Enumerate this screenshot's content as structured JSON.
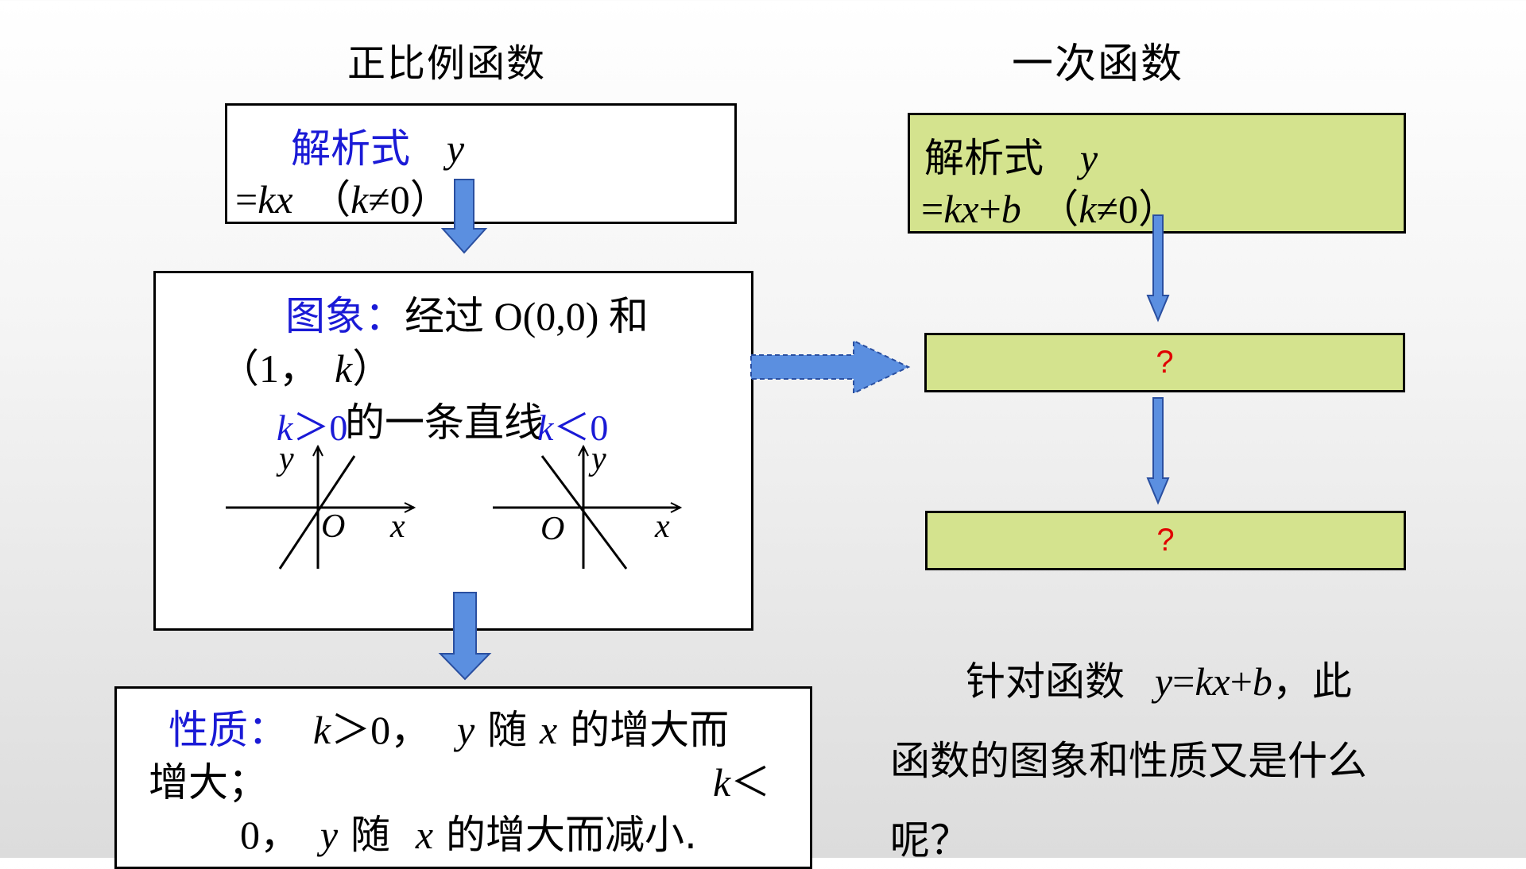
{
  "left": {
    "heading": "正比例函数",
    "formula_box": {
      "label": "解析式",
      "var_y": "y",
      "eq": "=",
      "kx": "kx",
      "cond_open": "（",
      "cond_k": "k",
      "cond_ne": "≠0",
      "cond_close": "）"
    },
    "graph_box": {
      "label": "图象：",
      "text1": "经过 O(0,0) 和",
      "point_open": "（1，",
      "point_k": "k",
      "point_close": "）",
      "text2": "的一条直线",
      "pos_k": "k",
      "pos_cmp": "＞0",
      "neg_k": "k",
      "neg_cmp": "＜0",
      "axis_y": "y",
      "axis_x": "x",
      "origin": "O"
    },
    "property_box": {
      "label": "性质：",
      "l1_k": "k",
      "l1_cmp": "＞0，",
      "l1_y": "y",
      "l1_sui": "随",
      "l1_x": "x",
      "l1_rest": "的增大而",
      "l2_a": "增大；",
      "l2_k": "k",
      "l2_cmp": "＜",
      "l3_zero": "0，",
      "l3_y": "y",
      "l3_sui": "随",
      "l3_x": "x",
      "l3_rest": "的增大而减小."
    }
  },
  "right": {
    "heading": "一次函数",
    "formula_box": {
      "label": "解析式",
      "var_y": "y",
      "eq": "=",
      "kx": "kx",
      "plus": "+",
      "b": "b",
      "cond_open": "（",
      "cond_k": "k",
      "cond_ne": "≠0",
      "cond_close": "）"
    },
    "graph_box": {
      "text": "?"
    },
    "property_box": {
      "text": "?"
    },
    "question": {
      "l1_a": "针对函数",
      "l1_y": "y",
      "l1_eq": "=",
      "l1_kx": "kx",
      "l1_plus": "+",
      "l1_b": "b",
      "l1_rest": "，此",
      "l2": "函数的图象和性质又是什么",
      "l3_a": "呢",
      "l3_q": "？"
    }
  },
  "colors": {
    "arrow_fill": "#5b8fe0",
    "arrow_stroke": "#2a4fa0",
    "green_box": "#d4e38e",
    "label_blue": "#1a1ad6",
    "question_red": "#e00000"
  }
}
